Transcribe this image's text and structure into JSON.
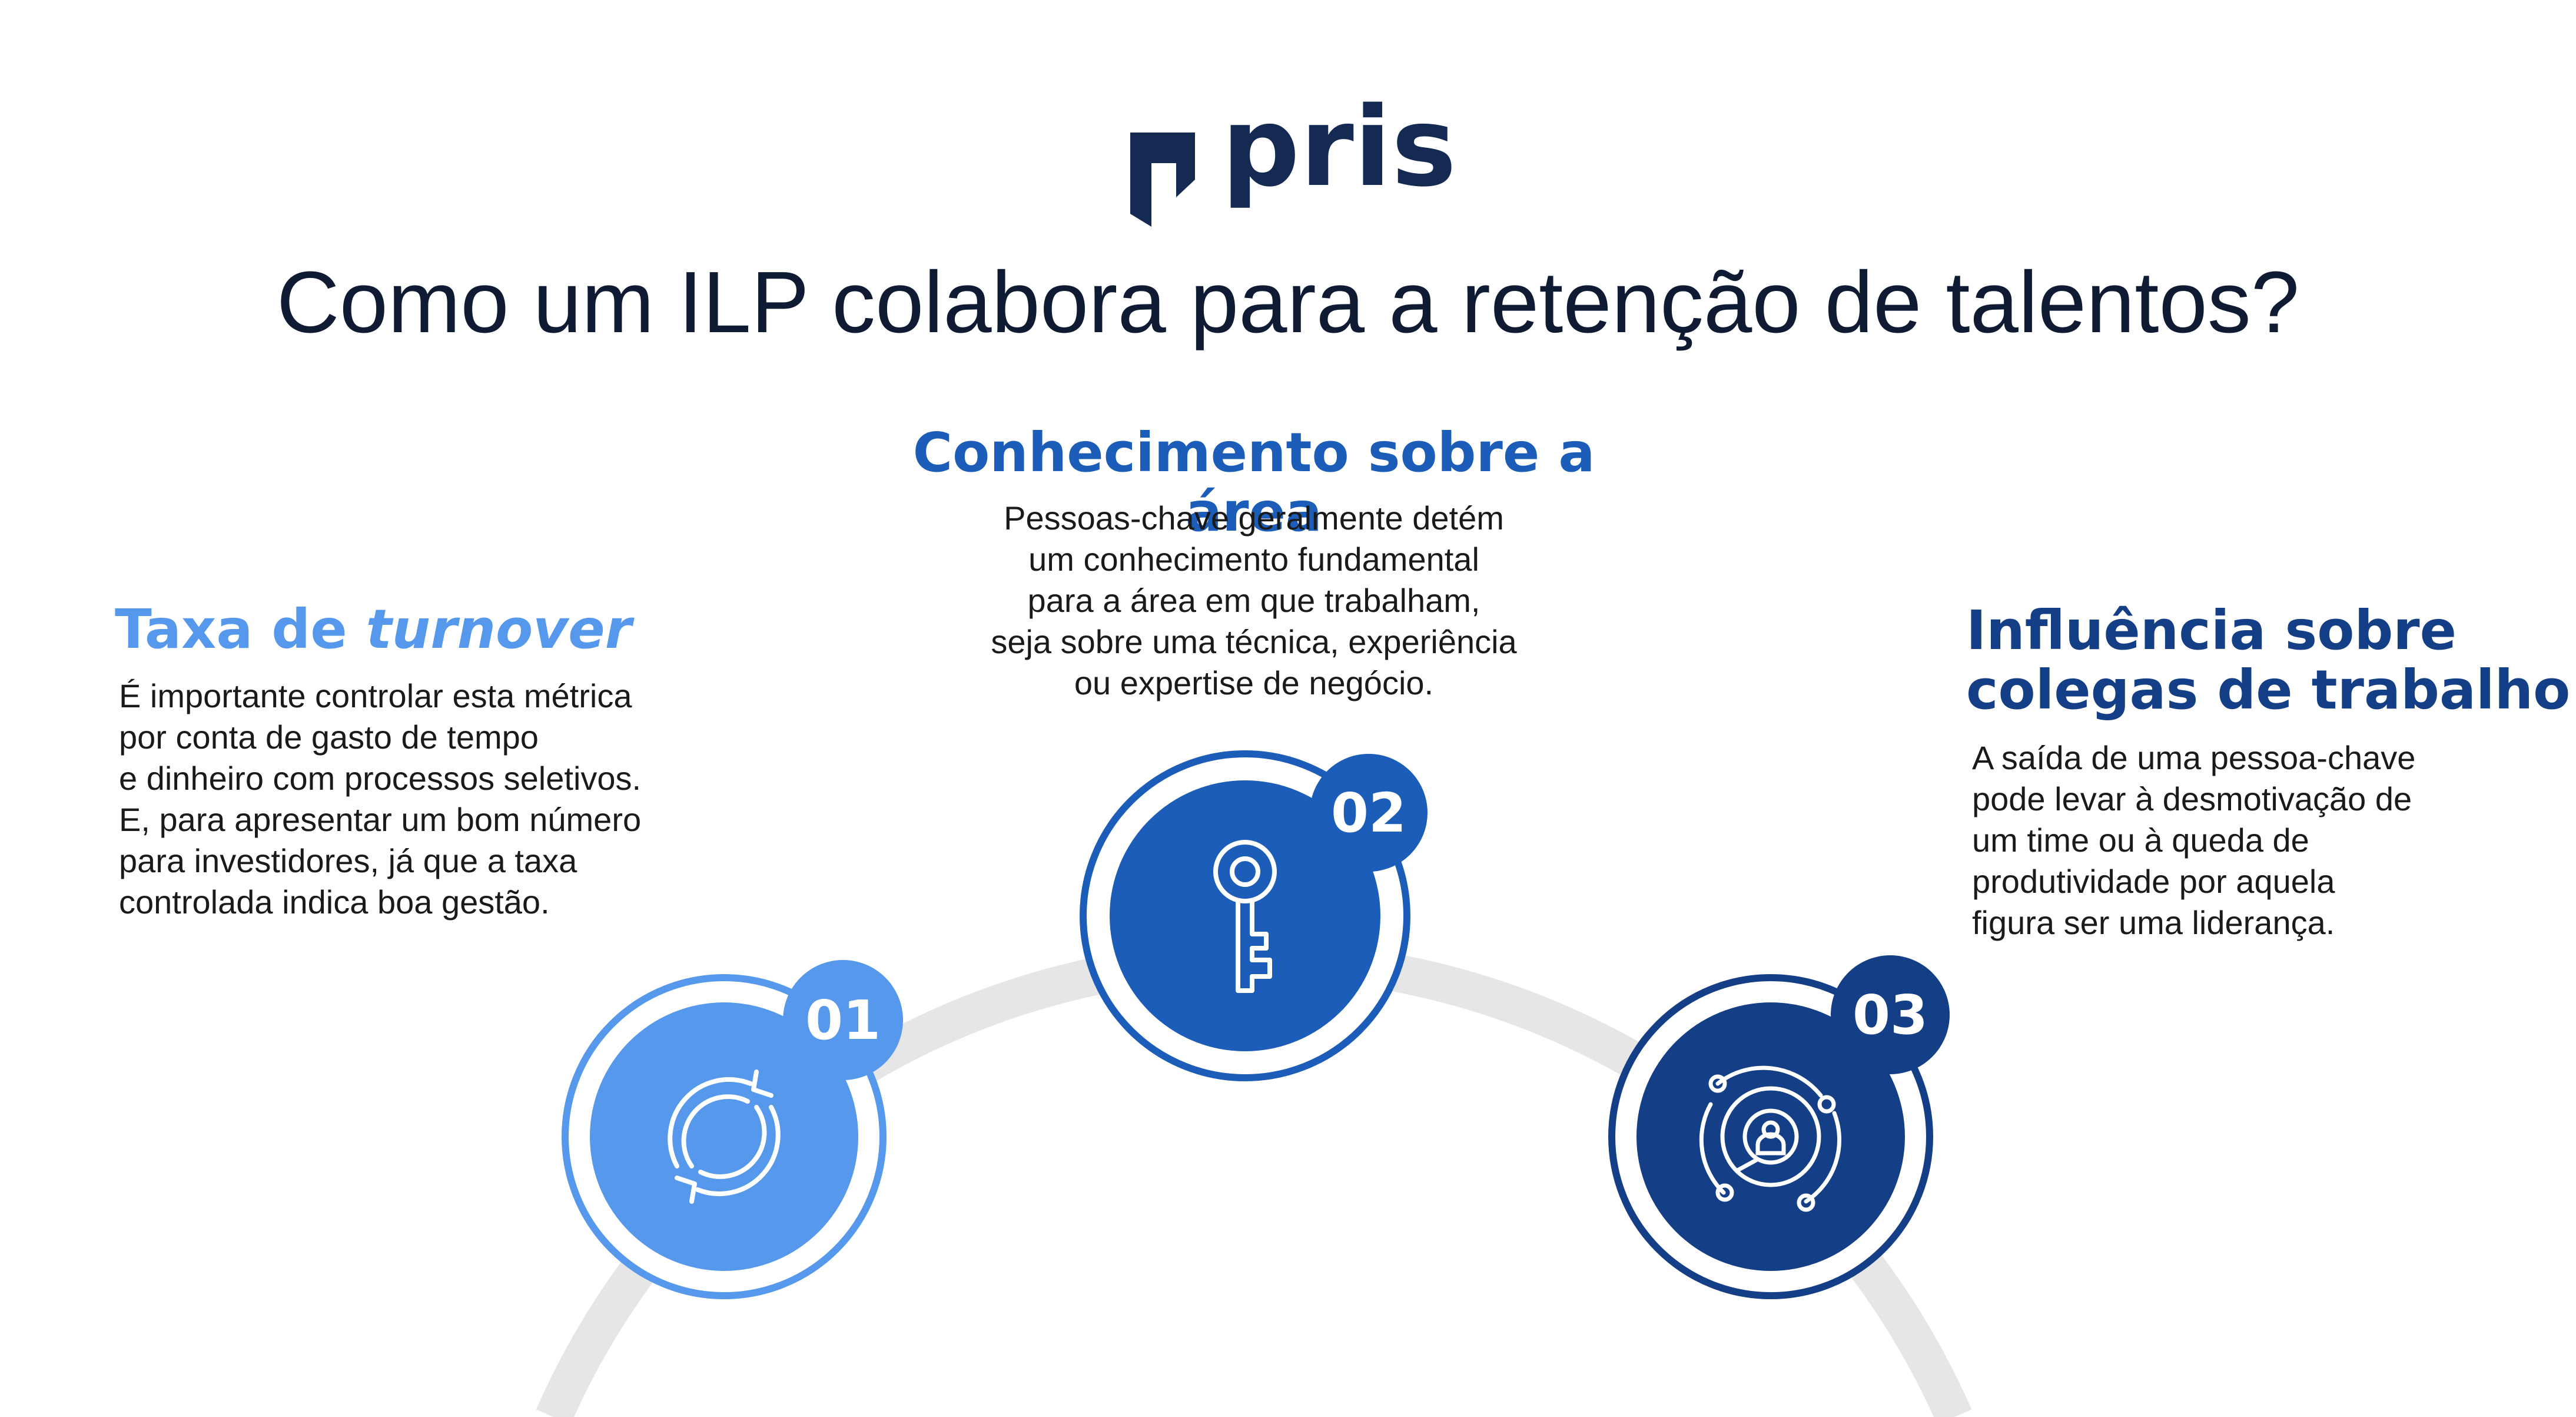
{
  "brand": {
    "name": "pris"
  },
  "headline": "Como um ILP colabora para a retenção de talentos?",
  "colors": {
    "light_blue": "#5598ec",
    "mid_blue": "#1b5db8",
    "dark_blue": "#143e85",
    "navy": "#142a53",
    "arc_gray": "#e6e6e6"
  },
  "items": [
    {
      "number": "01",
      "title_prefix": "Taxa de ",
      "title_italic": "turnover",
      "icon": "refresh-icon",
      "lines": [
        "É importante controlar esta métrica",
        "por conta de gasto de tempo",
        "e dinheiro com processos seletivos.",
        "E, para apresentar um bom número",
        "para investidores, já que a taxa",
        "controlada indica boa gestão."
      ]
    },
    {
      "number": "02",
      "title": "Conhecimento sobre a área",
      "icon": "key-icon",
      "lines": [
        "Pessoas-chave geralmente detém",
        "um conhecimento fundamental",
        "para a área em que trabalham,",
        "seja sobre uma técnica, experiência",
        "ou expertise de negócio."
      ]
    },
    {
      "number": "03",
      "title_line1": "Influência sobre",
      "title_line2": "colegas de trabalho",
      "icon": "person-network-icon",
      "lines": [
        "A saída de uma pessoa-chave",
        "pode levar à desmotivação de",
        "um time ou à queda de",
        "produtividade por aquela",
        "figura ser uma liderança."
      ]
    }
  ]
}
